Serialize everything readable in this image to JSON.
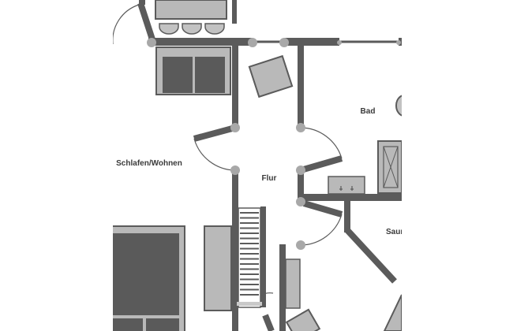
{
  "floorplan": {
    "rooms": {
      "living": "Schlafen/Wohnen",
      "hall": "Flur",
      "bath": "Bad",
      "sauna": "Sauna"
    },
    "colors": {
      "wall": "#5b5b5b",
      "furniture_light": "#b9b9b9",
      "furniture_dark": "#5a5a5a",
      "node": "#a8a8a8",
      "paper": "#ffffff"
    }
  }
}
